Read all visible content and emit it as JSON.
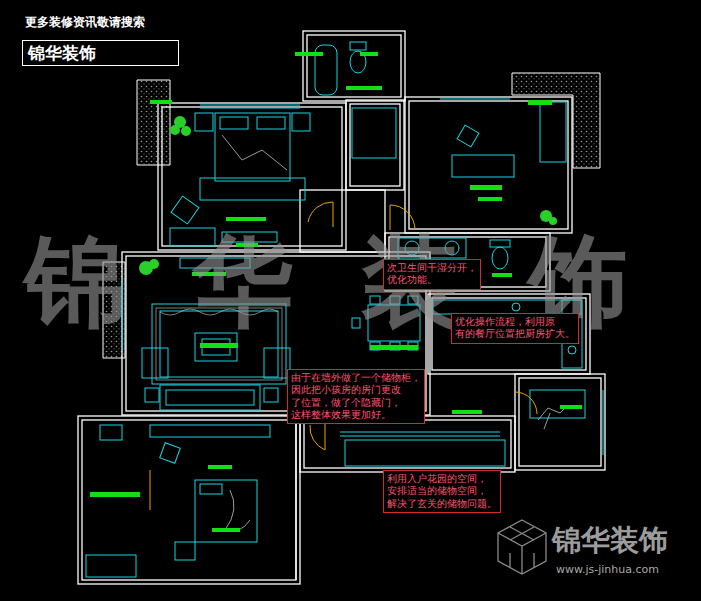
{
  "diagram": {
    "nodes": [
      {
        "text": [
          "锦华装饰"
        ]
      },
      {
        "text": [
          "次卫生间干湿分开， 优化功能。"
        ]
      },
      {
        "text": [
          "优化操作流程，利用原 有的餐厅位置把厨房扩大。"
        ]
      },
      {
        "text": [
          "由于在墙外做了一个储物柜， 因此把小孩房的房门更改 了位置，做了个隐藏门， 这样整体效果更加好。"
        ]
      },
      {
        "text": [
          "利用入户花园的空间， 安排适当的储物空间， 解决了玄关的储物问题。"
        ]
      }
    ],
    "labels": [
      "更多装修资讯敬请搜索",
      "锦华装饰",
      "锦华装饰",
      "www.js-jinhua.com"
    ]
  }
}
